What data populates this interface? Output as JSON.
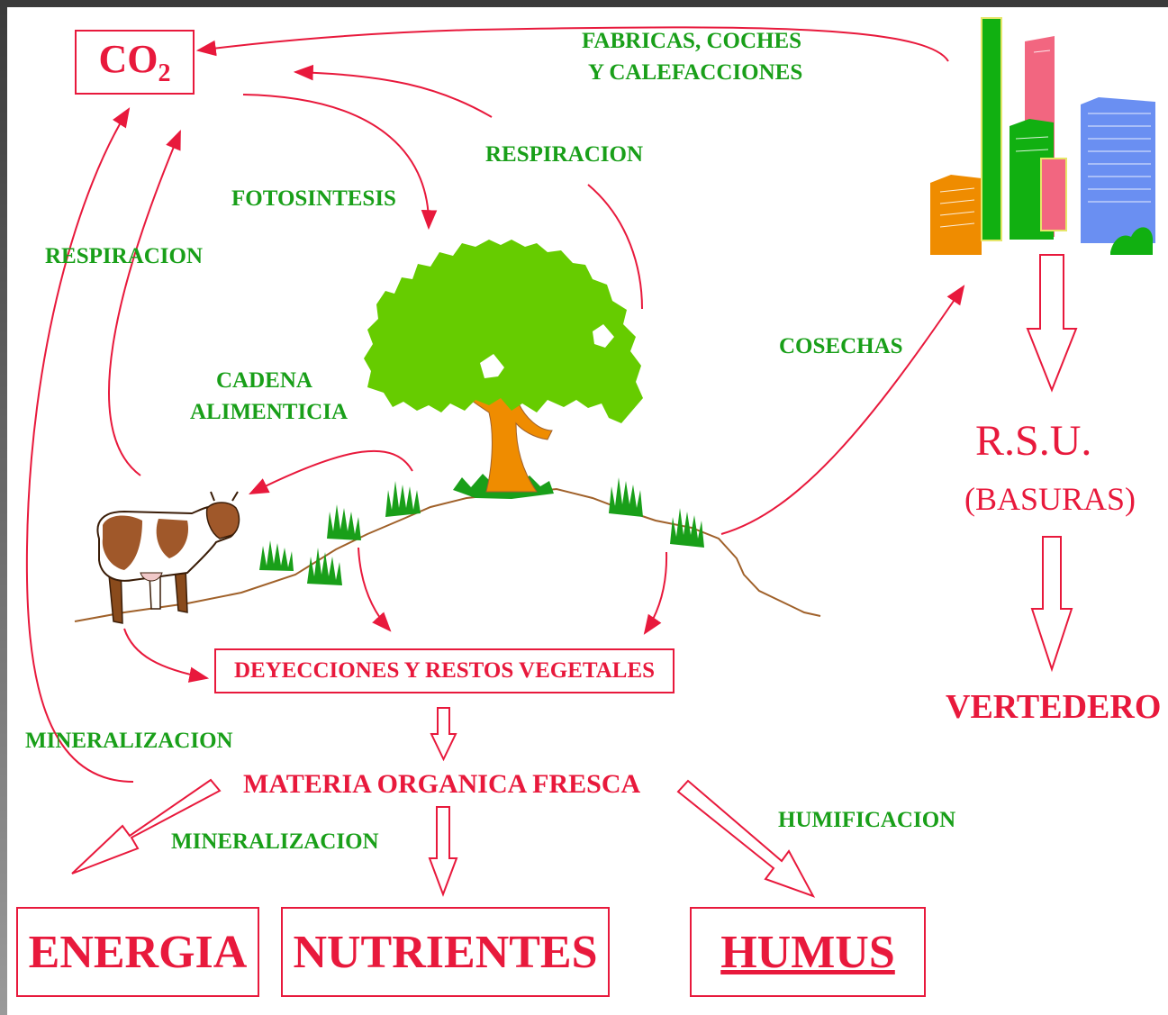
{
  "labels": {
    "co2_main": "CO",
    "co2_sub": "2",
    "fabricas": "FABRICAS, COCHES",
    "calefacciones": "Y CALEFACCIONES",
    "respiracion_top": "RESPIRACION",
    "fotosintesis": "FOTOSINTESIS",
    "respiracion_left": "RESPIRACION",
    "cadena": "CADENA",
    "alimenticia": "ALIMENTICIA",
    "cosechas": "COSECHAS",
    "rsu": "R.S.U.",
    "basuras": "(BASURAS)",
    "vertedero": "VERTEDERO",
    "deyecciones": "DEYECCIONES Y RESTOS VEGETALES",
    "mineralizacion_left": "MINERALIZACION",
    "materia": "MATERIA ORGANICA FRESCA",
    "mineralizacion_bottom": "MINERALIZACION",
    "humificacion": "HUMIFICACION",
    "energia": "ENERGIA",
    "nutrientes": "NUTRIENTES",
    "humus": "HUMUS"
  },
  "colors": {
    "red": "#e8193c",
    "green_text": "#199f19",
    "tree_foliage": "#66cc00",
    "trunk": "#ef8c00",
    "soil_line": "#a0612a"
  }
}
